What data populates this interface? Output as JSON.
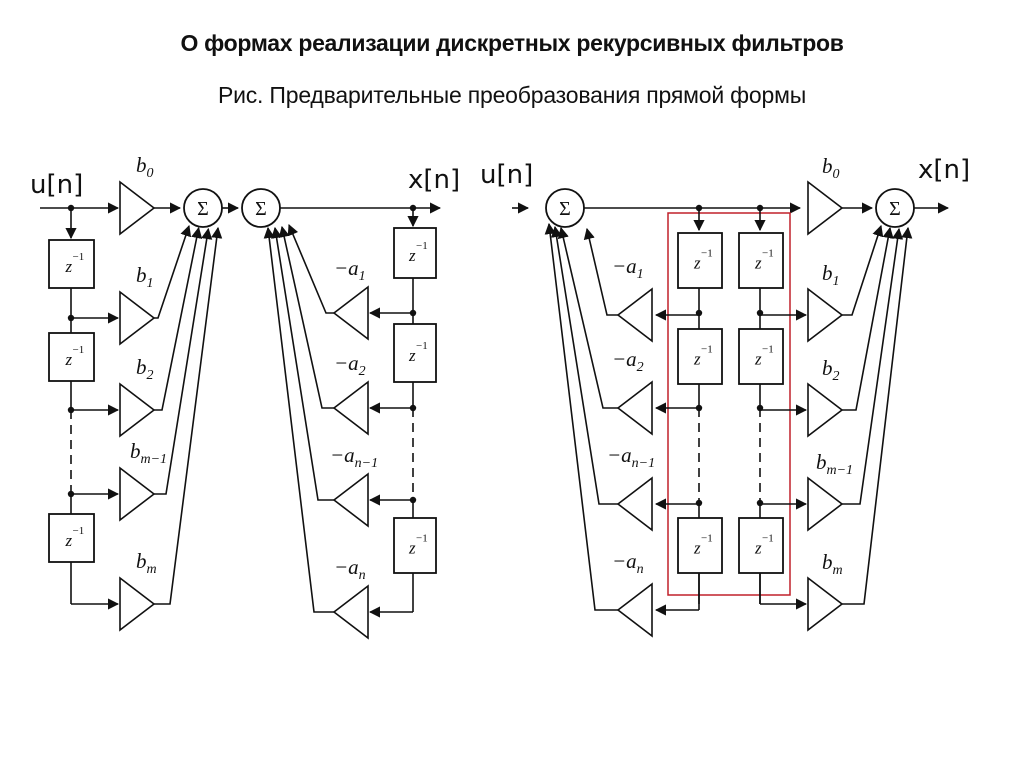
{
  "slide": {
    "title": "О формах реализации дискретных рекурсивных фильтров",
    "subtitle": "Рис. Предварительные преобразования  прямой формы"
  },
  "diagram": {
    "input_signal": "u[n]",
    "output_signal": "x[n]",
    "sum_symbol": "Σ",
    "delay": {
      "base": "z",
      "exp": "−1"
    },
    "highlight_color": "#c0202a",
    "feedforward_gains": [
      {
        "base": "b",
        "sub": "0"
      },
      {
        "base": "b",
        "sub": "1"
      },
      {
        "base": "b",
        "sub": "2"
      },
      {
        "base": "b",
        "sub": "m−1"
      },
      {
        "base": "b",
        "sub": "m"
      }
    ],
    "feedback_gains": [
      {
        "base": "−a",
        "sub": "1"
      },
      {
        "base": "−a",
        "sub": "2"
      },
      {
        "base": "−a",
        "sub": "n−1"
      },
      {
        "base": "−a",
        "sub": "n"
      }
    ]
  }
}
